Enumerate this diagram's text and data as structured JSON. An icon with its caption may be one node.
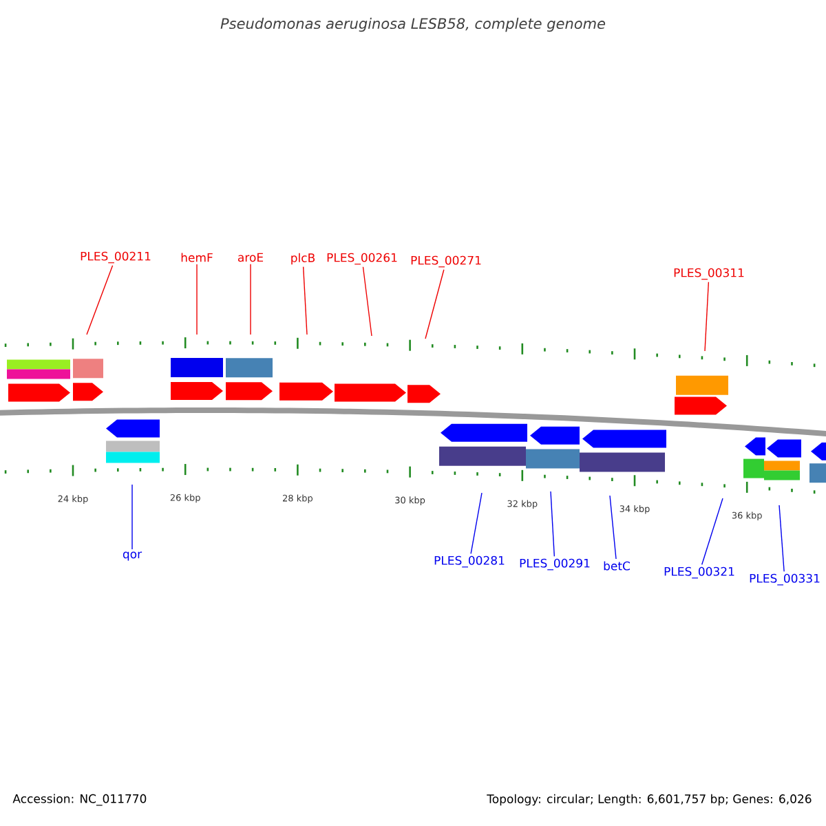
{
  "diagram": {
    "title": "Pseudomonas aeruginosa LESB58, complete genome",
    "nodes": [
      {
        "text": [
          "PLES_00211"
        ]
      },
      {
        "text": [
          "hemF"
        ]
      },
      {
        "text": [
          "aroE"
        ]
      },
      {
        "text": [
          "plcB"
        ]
      },
      {
        "text": [
          "PLES_00261"
        ]
      },
      {
        "text": [
          "PLES_00271"
        ]
      },
      {
        "text": [
          "PLES_00311"
        ]
      },
      {
        "text": [
          "qor"
        ]
      },
      {
        "text": [
          "PLES_00281"
        ]
      },
      {
        "text": [
          "PLES_00291"
        ]
      },
      {
        "text": [
          "betC"
        ]
      },
      {
        "text": [
          "PLES_00321"
        ]
      },
      {
        "text": [
          "PLES_00331"
        ]
      }
    ],
    "edges": [
      {
        "from": 0,
        "to": null,
        "arrow": "none"
      },
      {
        "from": 1,
        "to": null,
        "arrow": "none"
      },
      {
        "from": 2,
        "to": null,
        "arrow": "none"
      },
      {
        "from": 3,
        "to": null,
        "arrow": "none"
      },
      {
        "from": 4,
        "to": null,
        "arrow": "none"
      },
      {
        "from": 5,
        "to": null,
        "arrow": "none"
      },
      {
        "from": 6,
        "to": null,
        "arrow": "none"
      },
      {
        "from": 7,
        "to": null,
        "arrow": "none",
        "color": "#0000ee"
      },
      {
        "from": 8,
        "to": null,
        "arrow": "none",
        "color": "#0000ee"
      },
      {
        "from": 9,
        "to": null,
        "arrow": "none",
        "color": "#0000ee"
      },
      {
        "from": 10,
        "to": null,
        "arrow": "none",
        "color": "#0000ee"
      },
      {
        "from": 11,
        "to": null,
        "arrow": "none",
        "color": "#0000ee"
      },
      {
        "from": 12,
        "to": null,
        "arrow": "none",
        "color": "#0000ee"
      }
    ],
    "labels": [
      "24 kbp",
      "26 kbp",
      "28 kbp",
      "30 kbp",
      "32 kbp",
      "34 kbp",
      "36 kbp",
      "Accession: NC_011770",
      "Topology: circular; Length: 6,601,757 bp; Genes: 6,026"
    ]
  }
}
